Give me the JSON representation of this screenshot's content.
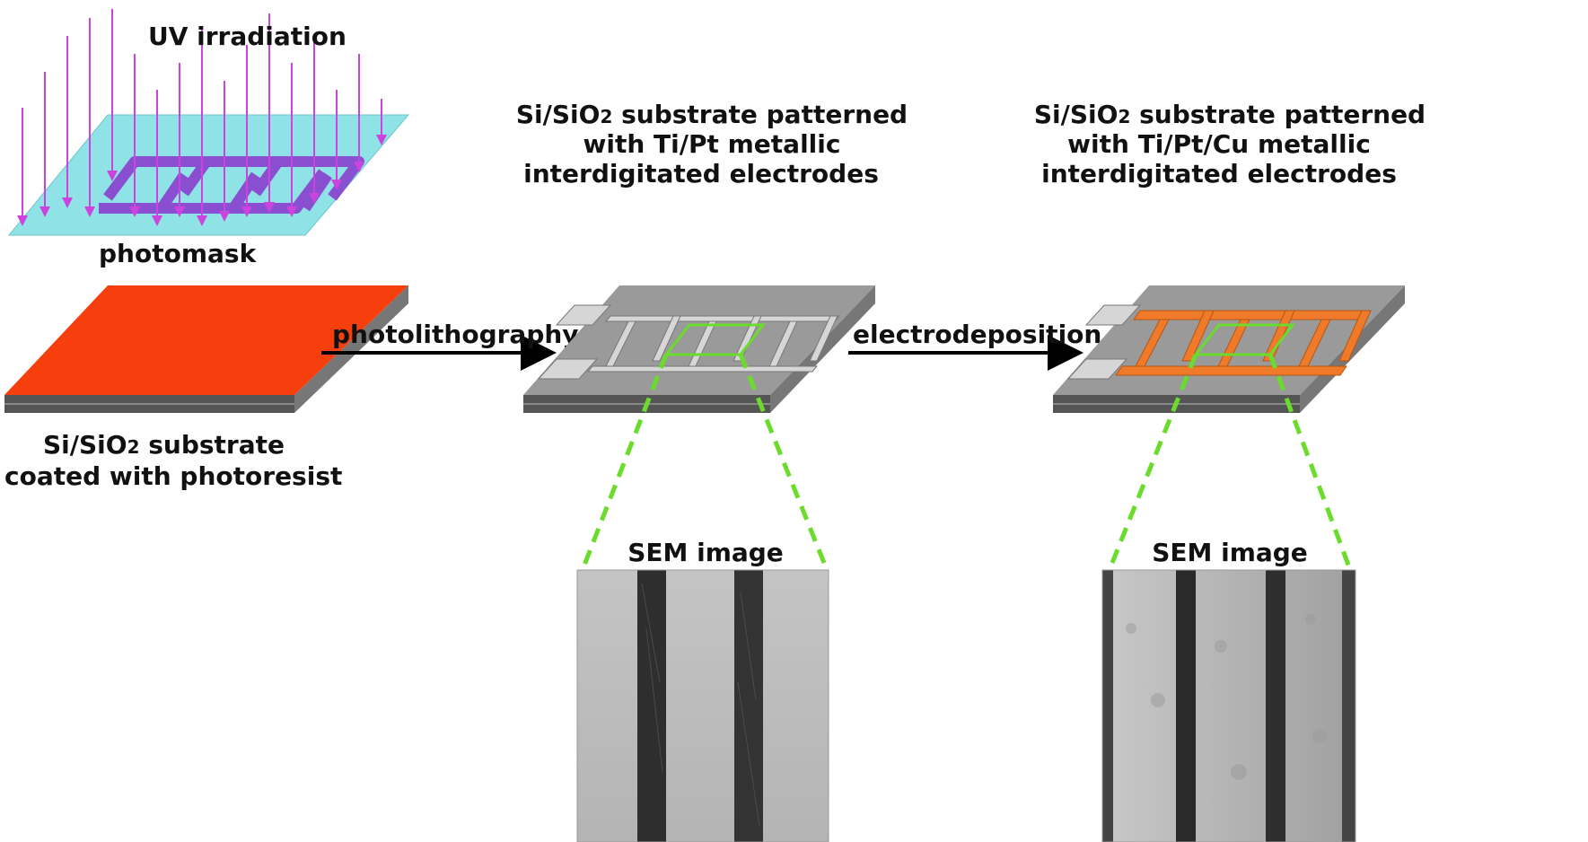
{
  "labels": {
    "uv_irradiation": "UV irradiation",
    "photomask": "photomask",
    "substrate_line1": "Si/SiO",
    "substrate_sub": "2",
    "substrate_line1_rest": " substrate",
    "substrate_line2": "coated with photoresist",
    "step1": "photolithography",
    "step2": "electrodeposition",
    "mid_title_line1_a": "Si/SiO",
    "mid_title_line1_sub": "2",
    "mid_title_line1_b": " substrate patterned",
    "mid_title_line2": "with Ti/Pt metallic",
    "mid_title_line3": "interdigitated electrodes",
    "right_title_line1_a": "Si/SiO",
    "right_title_line1_sub": "2",
    "right_title_line1_b": " substrate patterned",
    "right_title_line2": "with Ti/Pt/Cu metallic",
    "right_title_line3": "interdigitated electrodes",
    "sem_mid": "SEM image",
    "sem_right": "SEM image"
  },
  "colors": {
    "photoresist": "#f63f0c",
    "substrate": "#9a9a9a",
    "substrate_dark": "#5a5a5a",
    "platinum": "#cfcfcf",
    "copper": "#ef7a2a",
    "uv_arrows": "#cc44dd",
    "photomask": "#8fe3e6",
    "mask_pattern": "#8a3fcf",
    "zoom_lines": "#6bdc2c"
  }
}
